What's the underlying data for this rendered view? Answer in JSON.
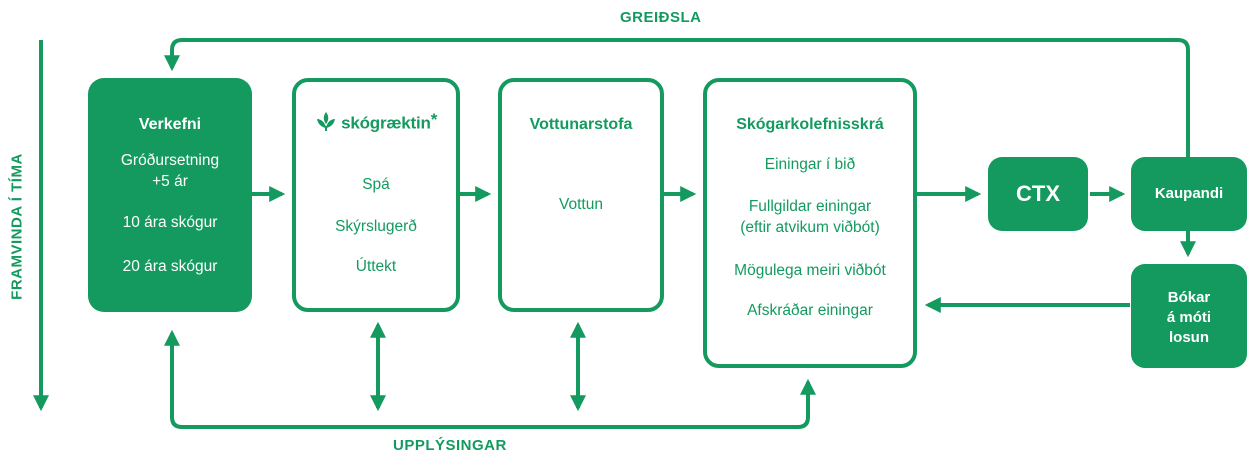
{
  "colors": {
    "primary": "#149a5f",
    "background": "#ffffff"
  },
  "labels": {
    "top": "GREIÐSLA",
    "bottom": "UPPLÝSINGAR",
    "side": "FRAMVINDA Í TÍMA"
  },
  "verkefni": {
    "title": "Verkefni",
    "items": [
      "Gróðursetning\n+5 ár",
      "10 ára skógur",
      "20 ára skógur"
    ]
  },
  "skograektin": {
    "logo_text": "skógræktin",
    "logo_mark": "*",
    "logo_icon": "tree-leaf-icon",
    "items": [
      "Spá",
      "Skýrslugerð",
      "Úttekt"
    ]
  },
  "vottunarstofa": {
    "title": "Vottunarstofa",
    "items": [
      "Vottun"
    ]
  },
  "skraning": {
    "title": "Skógarkolefnisskrá",
    "items": [
      "Einingar í bið",
      "Fullgildar einingar\n(eftir atvikum viðbót)",
      "Mögulega meiri viðbót",
      "Afskráðar einingar"
    ]
  },
  "ctx": {
    "label": "CTX"
  },
  "kaupandi": {
    "label": "Kaupandi"
  },
  "bokar": {
    "label": "Bókar\ná móti\nlosun"
  }
}
